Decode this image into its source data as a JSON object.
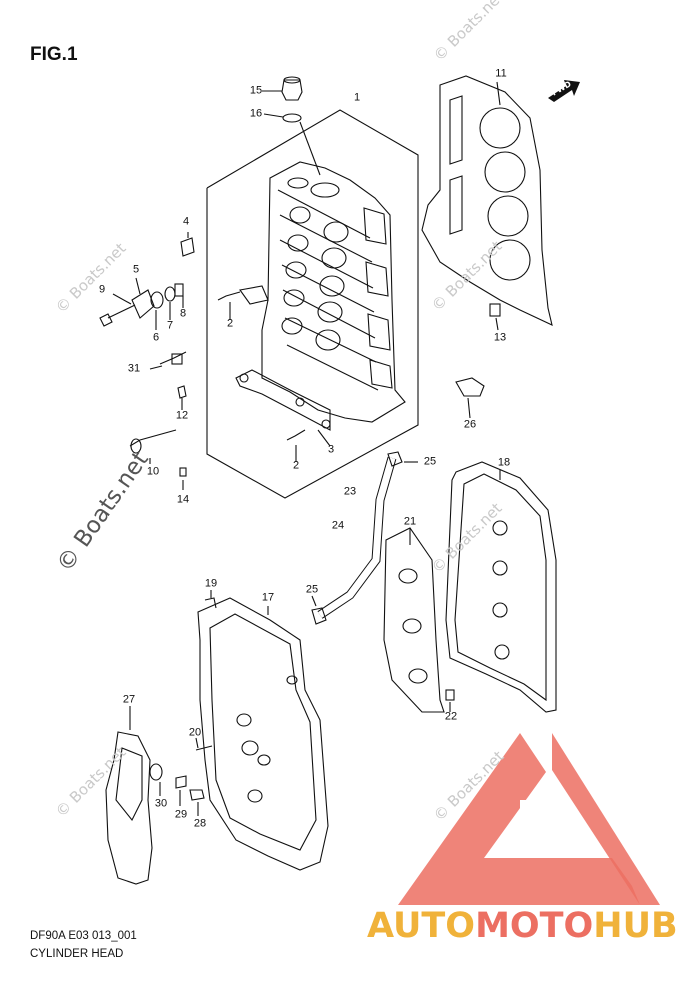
{
  "figure": {
    "title": "FIG.1",
    "code": "DF90A E03 013_001",
    "name": "CYLINDER HEAD"
  },
  "direction_tag": "FWD",
  "watermark": {
    "text": "© Boats.net"
  },
  "logo": {
    "part1": "AUTO",
    "part2": "MOTO",
    "part3": "HUB",
    "color_orange": "#f0b23a",
    "color_red": "#ec6f62"
  },
  "callouts": [
    "1",
    "2",
    "2",
    "3",
    "4",
    "5",
    "6",
    "7",
    "8",
    "9",
    "10",
    "11",
    "12",
    "13",
    "14",
    "15",
    "16",
    "17",
    "18",
    "19",
    "20",
    "21",
    "22",
    "23",
    "24",
    "25",
    "25",
    "26",
    "27",
    "28",
    "29",
    "30",
    "31"
  ]
}
